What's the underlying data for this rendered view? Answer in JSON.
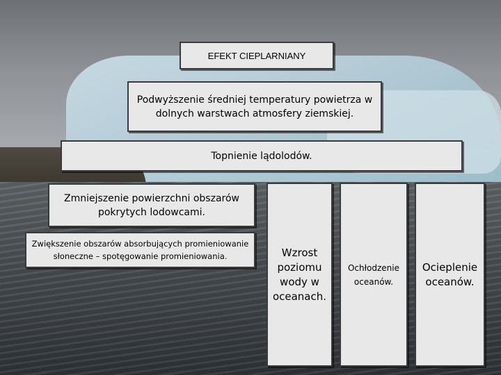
{
  "title": "EFEKT CIEPLARNIANY",
  "boxes": {
    "temperature": "Podwyższenie średniej temperatury powietrza w dolnych warstwach atmosfery ziemskiej.",
    "melting": "Topnienie lądolodów.",
    "area_decrease": "Zmniejszenie powierzchni obszarów pokrytych lodowcami.",
    "absorption": "Zwiększenie obszarów absorbujących promieniowanie słoneczne – spotęgowanie promieniowania.",
    "sea_level": "Wzrost poziomu wody w oceanach.",
    "ocean_cooling": "Ochłodzenie oceanów.",
    "ocean_warming": "Ocieplenie oceanów."
  }
}
